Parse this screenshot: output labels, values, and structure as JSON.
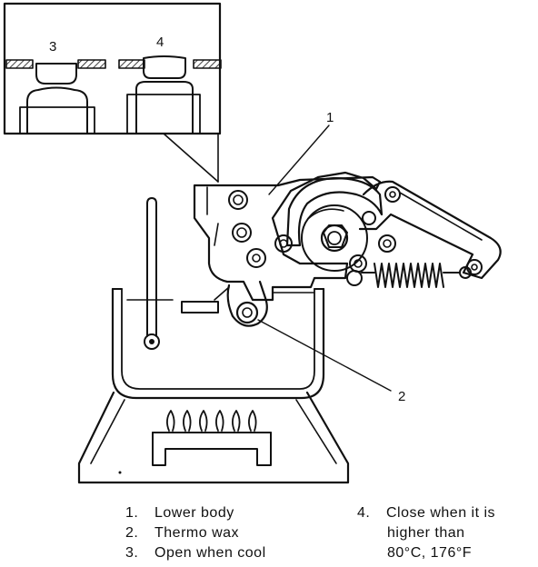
{
  "callouts": {
    "c1": "1",
    "c2": "2",
    "c3": "3",
    "c4": "4"
  },
  "legend": {
    "items": [
      {
        "num": "1.",
        "text": "Lower body"
      },
      {
        "num": "2.",
        "text": "Thermo wax"
      },
      {
        "num": "3.",
        "text": "Open when cool"
      },
      {
        "num": "4.",
        "text": "Close when it is"
      }
    ],
    "item4_line2": "higher than",
    "item4_line3": "80°C, 176°F"
  }
}
